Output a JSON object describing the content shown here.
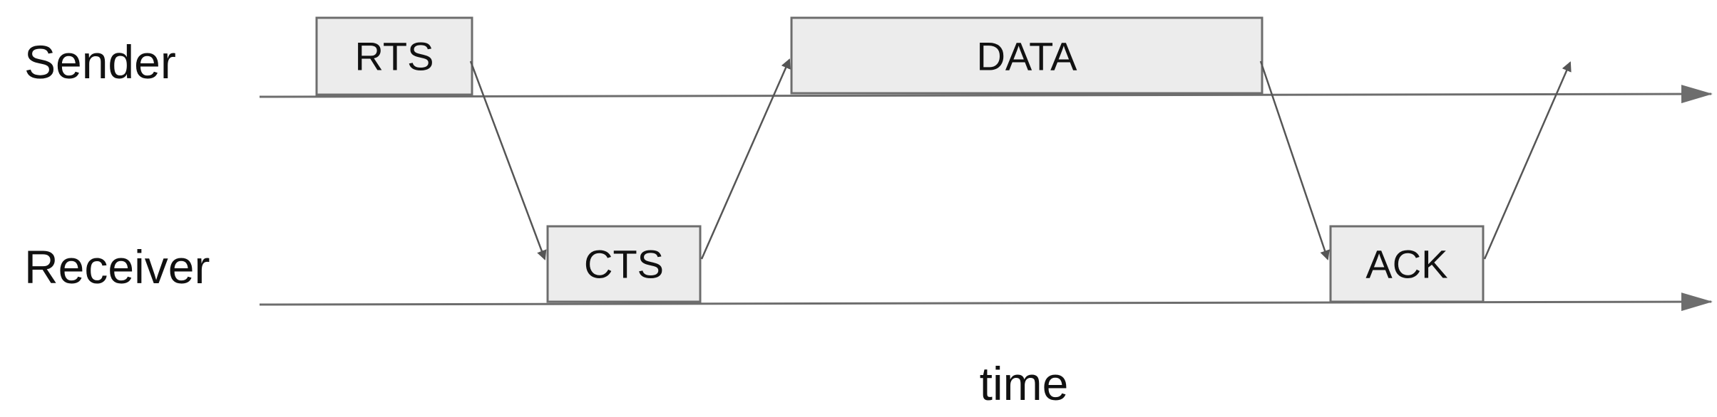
{
  "lanes": {
    "sender": "Sender",
    "receiver": "Receiver"
  },
  "frames": {
    "rts": "RTS",
    "cts": "CTS",
    "data": "DATA",
    "ack": "ACK"
  },
  "axis": {
    "label": "time"
  },
  "colors": {
    "frame_fill": "#ececec",
    "frame_stroke": "#6d6d6d",
    "line": "#6d6d6d",
    "arrow": "#555555",
    "text": "#111111"
  }
}
